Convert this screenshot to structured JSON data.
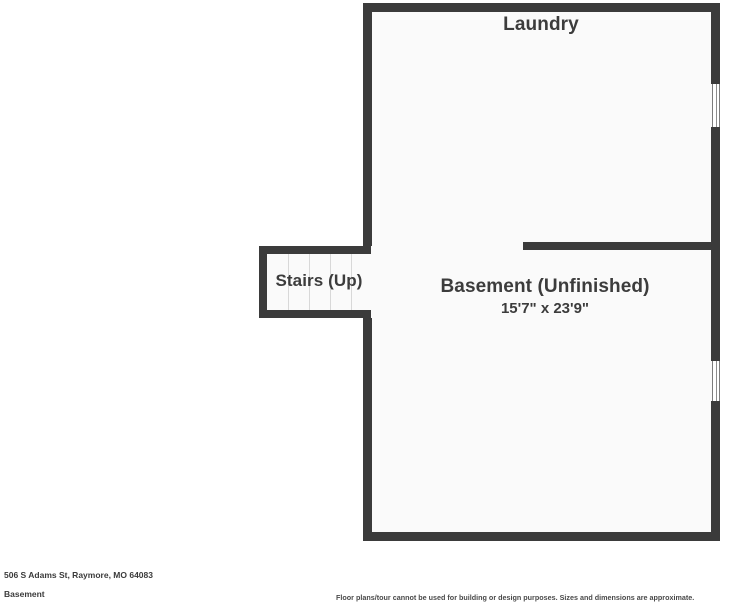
{
  "document": {
    "type": "floor-plan",
    "address": "506 S Adams St, Raymore, MO 64083",
    "level": "Basement",
    "disclaimer": "Floor plans/tour cannot be used for building or design purposes. Sizes and dimensions are approximate."
  },
  "colors": {
    "wall": "#3b3b3b",
    "room_fill": "#fafafa",
    "page_background": "#ffffff",
    "text": "#3c3c3c",
    "tread_line": "#d8d8d8",
    "window_frame": "#7c7c7c"
  },
  "rooms": [
    {
      "id": "laundry",
      "name": "Laundry",
      "dimensions": ""
    },
    {
      "id": "basement",
      "name": "Basement (Unfinished)",
      "dimensions": "15'7\" x 23'9\""
    },
    {
      "id": "stairs",
      "name": "Stairs (Up)",
      "dimensions": ""
    }
  ],
  "features": {
    "windows": [
      {
        "id": "window-right-upper",
        "wall": "east"
      },
      {
        "id": "window-right-lower",
        "wall": "east"
      }
    ],
    "partition_walls": [
      {
        "id": "laundry-basement-divider",
        "orientation": "horizontal"
      }
    ],
    "stair_treads": 5
  }
}
